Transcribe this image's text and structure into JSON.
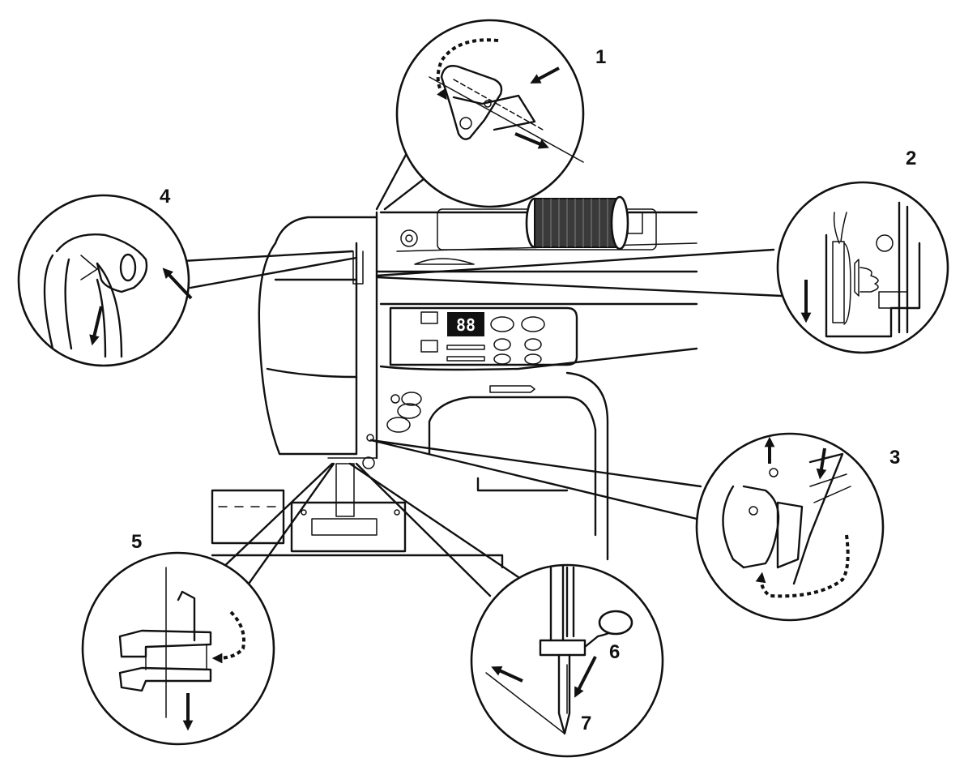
{
  "diagram": {
    "steps": [
      {
        "number": "1"
      },
      {
        "number": "2"
      },
      {
        "number": "3"
      },
      {
        "number": "4"
      },
      {
        "number": "5"
      },
      {
        "number": "6"
      },
      {
        "number": "7"
      }
    ],
    "display_readout": "88"
  }
}
